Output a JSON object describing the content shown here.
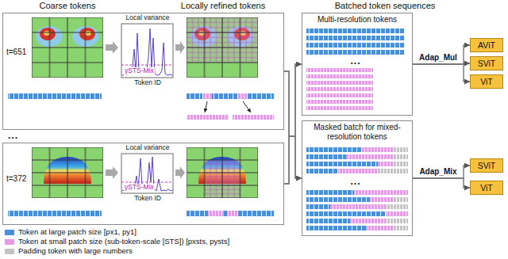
{
  "diagram": {
    "nodes": [
      {
        "text": [
          "t=651"
        ]
      },
      {
        "text": [
          "t=372"
        ]
      },
      {
        "text": [
          "Multi-resolution tokens"
        ]
      },
      {
        "text": [
          "Masked batch for mixed-resolution tokens"
        ]
      },
      {
        "text": [
          "AViT"
        ]
      },
      {
        "text": [
          "SViT"
        ]
      },
      {
        "text": [
          "ViT"
        ]
      },
      {
        "text": [
          "SViT"
        ]
      },
      {
        "text": [
          "ViT"
        ]
      }
    ],
    "edges": [
      {
        "from": 0,
        "to": 2,
        "arrow": "to"
      },
      {
        "from": 0,
        "to": 3,
        "arrow": "to"
      },
      {
        "from": 1,
        "to": 2,
        "arrow": "to"
      },
      {
        "from": 1,
        "to": 3,
        "arrow": "to"
      },
      {
        "from": 2,
        "to": 4,
        "arrow": "to"
      },
      {
        "from": 2,
        "to": 5,
        "label": "Adap_Mul",
        "arrow": "to"
      },
      {
        "from": 2,
        "to": 6,
        "arrow": "to"
      },
      {
        "from": 3,
        "to": 7,
        "label": "Adap_Mix",
        "arrow": "to"
      },
      {
        "from": 3,
        "to": 8,
        "arrow": "to"
      }
    ],
    "labels": [
      "Coarse tokens",
      "Locally refined tokens",
      "Batched token sequences",
      "Local variance",
      "Token ID",
      "γSTS-Mix",
      "Local variance",
      "Token ID",
      "γSTS-Mix",
      "...",
      "...",
      "..."
    ],
    "legend": [
      {
        "text": "Token at large patch size [px1, py1]",
        "color": "#4a8fd8"
      },
      {
        "text": "Token at small patch size (sub-token-scale [STS]) [pxsts, pysts]",
        "color": "#e39be6"
      },
      {
        "text": "Padding token with large numbers",
        "color": "#c4c4c4"
      }
    ]
  }
}
